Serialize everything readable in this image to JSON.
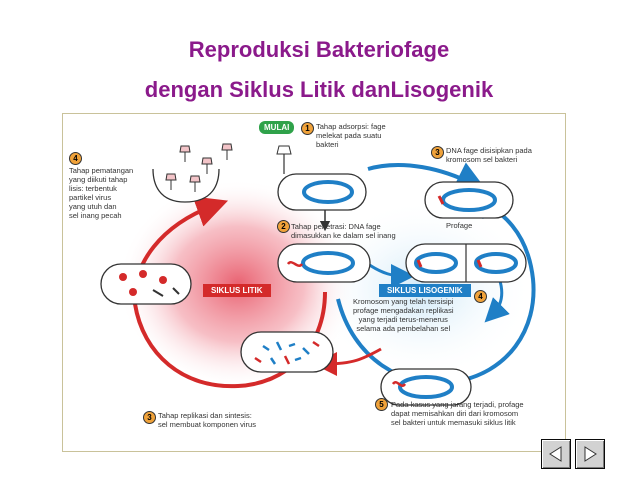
{
  "title": {
    "line1": "Reproduksi Bakteriofage",
    "line2": "dengan Siklus Litik danLisogenik"
  },
  "diagram": {
    "start_label": "MULAI",
    "step1": {
      "number": "1",
      "text": [
        "Tahap adsorpsi: fage",
        "melekat pada suatu",
        "bakteri"
      ]
    },
    "step2": {
      "number": "2",
      "text": [
        "Tahap penetrasi: DNA fage",
        "dimasukkan ke dalam sel inang"
      ]
    },
    "step3_lytic": {
      "number": "3",
      "text": [
        "Tahap replikasi dan sintesis:",
        "sel membuat komponen virus"
      ]
    },
    "step4_lytic": {
      "number": "4",
      "text": [
        "Tahap pematangan",
        "yang diikuti tahap",
        "lisis: terbentuk",
        "partikel virus",
        "yang utuh dan",
        "sel inang pecah"
      ]
    },
    "step3_lyso": {
      "number": "3",
      "text": [
        "DNA fage disisipkan pada",
        "kromosom sel bakteri"
      ]
    },
    "profage_label": "Profage",
    "step4_lyso": {
      "number": "4",
      "text": [
        "Kromosom yang telah tersisipi",
        "profage mengadakan replikasi",
        "yang terjadi terus-menerus",
        "selama ada pembelahan sel"
      ]
    },
    "step5_lyso": {
      "number": "5",
      "text": [
        "Pada kasus yang jarang terjadi, profage",
        "dapat memisahkan diri dari kromosom",
        "sel bakteri untuk memasuki siklus litik"
      ]
    },
    "cycle_lytic_label": "SIKLUS LITIK",
    "cycle_lyso_label": "SIKLUS LISOGENIK"
  },
  "colors": {
    "title": "#8b1a8b",
    "lytic": "#d42a2a",
    "lysogenic": "#1f7fc6",
    "step_badge": "#f0a23a"
  },
  "nav": {
    "back_icon": "triangle-left-icon",
    "forward_icon": "triangle-right-icon"
  }
}
